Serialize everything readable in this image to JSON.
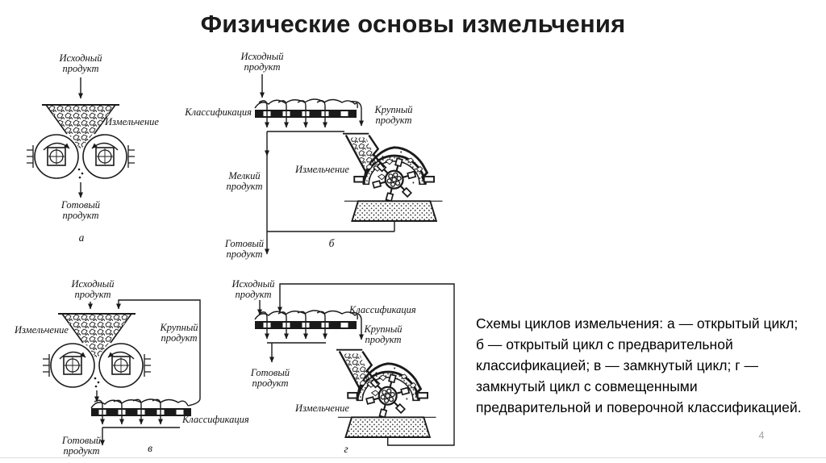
{
  "slide": {
    "title": "Физические основы измельчения",
    "page_number": "4"
  },
  "caption": {
    "text": "Схемы циклов измельчения: а — открытый цикл; б — открытый цикл с предварительной классификацией; в — замкнутый цикл; г — замкнутый цикл с совмещенными предварительной и поверочной классификацией."
  },
  "diagram_a": {
    "letter": "а",
    "feed": "Исходный\nпродукт",
    "grinding": "Измельчение",
    "product": "Готовый\nпродукт"
  },
  "diagram_b": {
    "letter": "б",
    "feed": "Исходный\nпродукт",
    "classification": "Классификация",
    "coarse": "Крупный\nпродукт",
    "fine": "Мелкий\nпродукт",
    "grinding": "Измельчение",
    "product": "Готовый\nпродукт"
  },
  "diagram_v": {
    "letter": "в",
    "feed": "Исходный\nпродукт",
    "grinding": "Измельчение",
    "coarse": "Крупный\nпродукт",
    "classification": "Классификация",
    "product": "Готовый\nпродукт"
  },
  "diagram_g": {
    "letter": "г",
    "feed": "Исходный\nпродукт",
    "classification": "Классификация",
    "coarse": "Крупный\nпродукт",
    "product": "Готовый\nпродукт",
    "grinding": "Измельчение"
  },
  "colors": {
    "ink": "#1a1a1a",
    "title_text": "#1c1c1c",
    "page_number_gray": "#a3a3a3"
  }
}
